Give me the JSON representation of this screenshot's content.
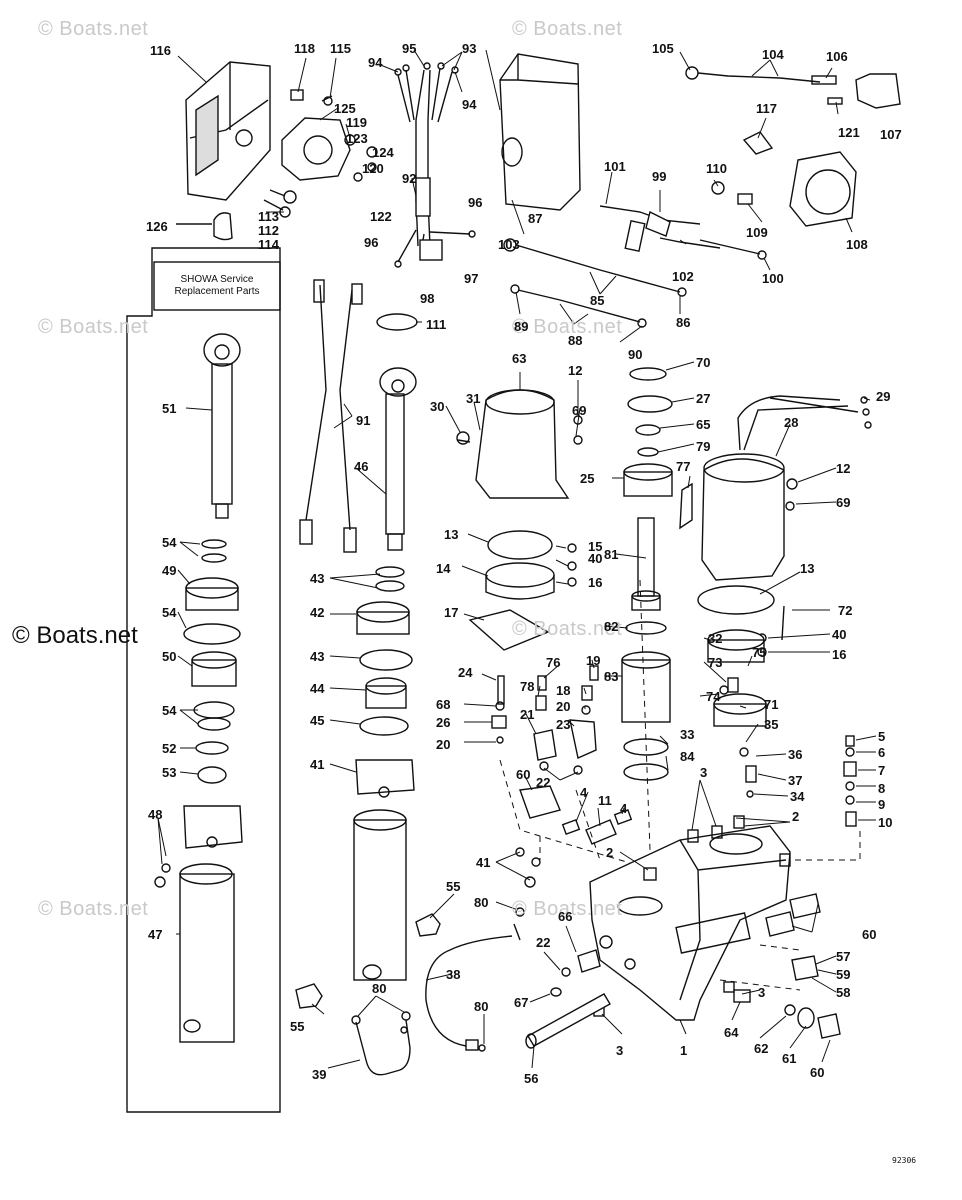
{
  "watermark": "© Boats.net",
  "showa_box": {
    "line1": "SHOWA Service",
    "line2": "Replacement Parts"
  },
  "drawing_code": "92306",
  "callouts": [
    "116",
    "118",
    "115",
    "94",
    "95",
    "93",
    "94",
    "125",
    "119",
    "123",
    "124",
    "120",
    "122",
    "92",
    "113",
    "112",
    "114",
    "126",
    "96",
    "96",
    "97",
    "98",
    "103",
    "105",
    "104",
    "106",
    "107",
    "117",
    "121",
    "101",
    "99",
    "110",
    "109",
    "108",
    "87",
    "102",
    "100",
    "85",
    "86",
    "89",
    "88",
    "90",
    "111",
    "51",
    "91",
    "46",
    "63",
    "30",
    "31",
    "12",
    "69",
    "70",
    "27",
    "65",
    "79",
    "25",
    "77",
    "28",
    "29",
    "12",
    "69",
    "13",
    "15",
    "40",
    "16",
    "14",
    "17",
    "81",
    "13",
    "72",
    "40",
    "16",
    "82",
    "32",
    "73",
    "75",
    "74",
    "71",
    "35",
    "36",
    "37",
    "34",
    "5",
    "6",
    "7",
    "8",
    "9",
    "10",
    "54",
    "49",
    "54",
    "50",
    "54",
    "52",
    "53",
    "48",
    "47",
    "43",
    "42",
    "43",
    "44",
    "45",
    "41",
    "24",
    "68",
    "26",
    "20",
    "76",
    "78",
    "21",
    "19",
    "18",
    "20",
    "23",
    "22",
    "83",
    "33",
    "84",
    "60",
    "4",
    "11",
    "4",
    "3",
    "2",
    "2",
    "41",
    "55",
    "80",
    "66",
    "22",
    "67",
    "38",
    "80",
    "39",
    "55",
    "80",
    "56",
    "3",
    "1",
    "64",
    "62",
    "61",
    "60",
    "60",
    "57",
    "59",
    "58",
    "3"
  ]
}
